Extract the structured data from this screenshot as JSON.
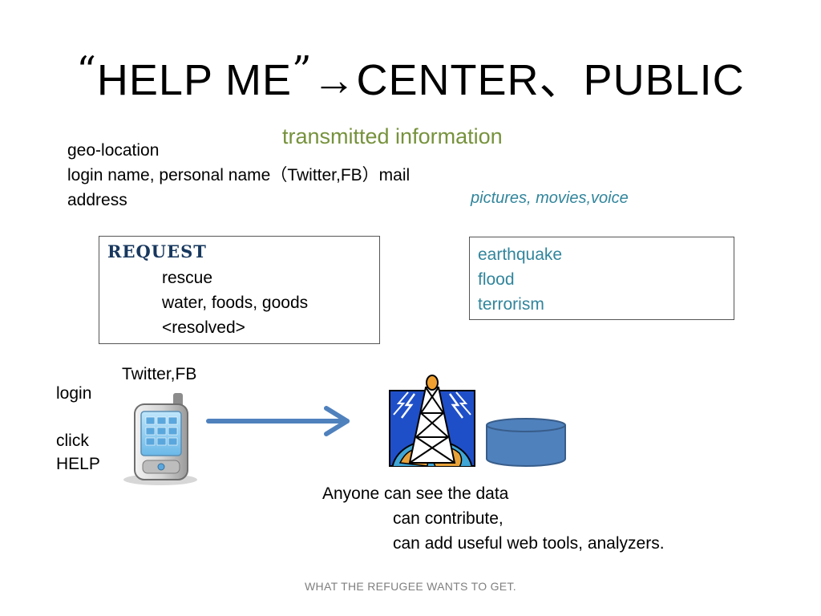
{
  "title": {
    "open_quote": "“",
    "part1": "HELP ME",
    "close_quote": "”",
    "arrow": "→",
    "part2": "CENTER、PUBLIC"
  },
  "subtitle": "transmitted information",
  "info_lines": [
    "geo-location",
    "login name, personal name（Twitter,FB）mail",
    "address"
  ],
  "media_types": "pictures, movies,voice",
  "request_box": {
    "header": "REQUEST",
    "items": [
      "rescue",
      "water, foods, goods",
      "<resolved>"
    ]
  },
  "disaster_box": {
    "items": [
      "earthquake",
      "flood",
      "terrorism"
    ]
  },
  "client": {
    "service_label": "Twitter,FB",
    "login_label": "login",
    "click_label": "click",
    "help_label": "HELP"
  },
  "icons": {
    "phone": "mobile-phone-icon",
    "arrow": "right-arrow-icon",
    "tower": "broadcast-tower-icon",
    "database": "database-icon"
  },
  "public_text": {
    "line1": "Anyone can see the data",
    "line2": "can contribute,",
    "line3": "can  add useful web tools, analyzers."
  },
  "footer": "WHAT THE REFUGEE WANTS TO GET.",
  "colors": {
    "subtitle": "#76923C",
    "accent_teal": "#31859C",
    "request_header": "#17375E",
    "arrow": "#4F81BD",
    "database_fill": "#4F81BD",
    "database_stroke": "#385D8A",
    "footer": "#7F7F7F"
  }
}
